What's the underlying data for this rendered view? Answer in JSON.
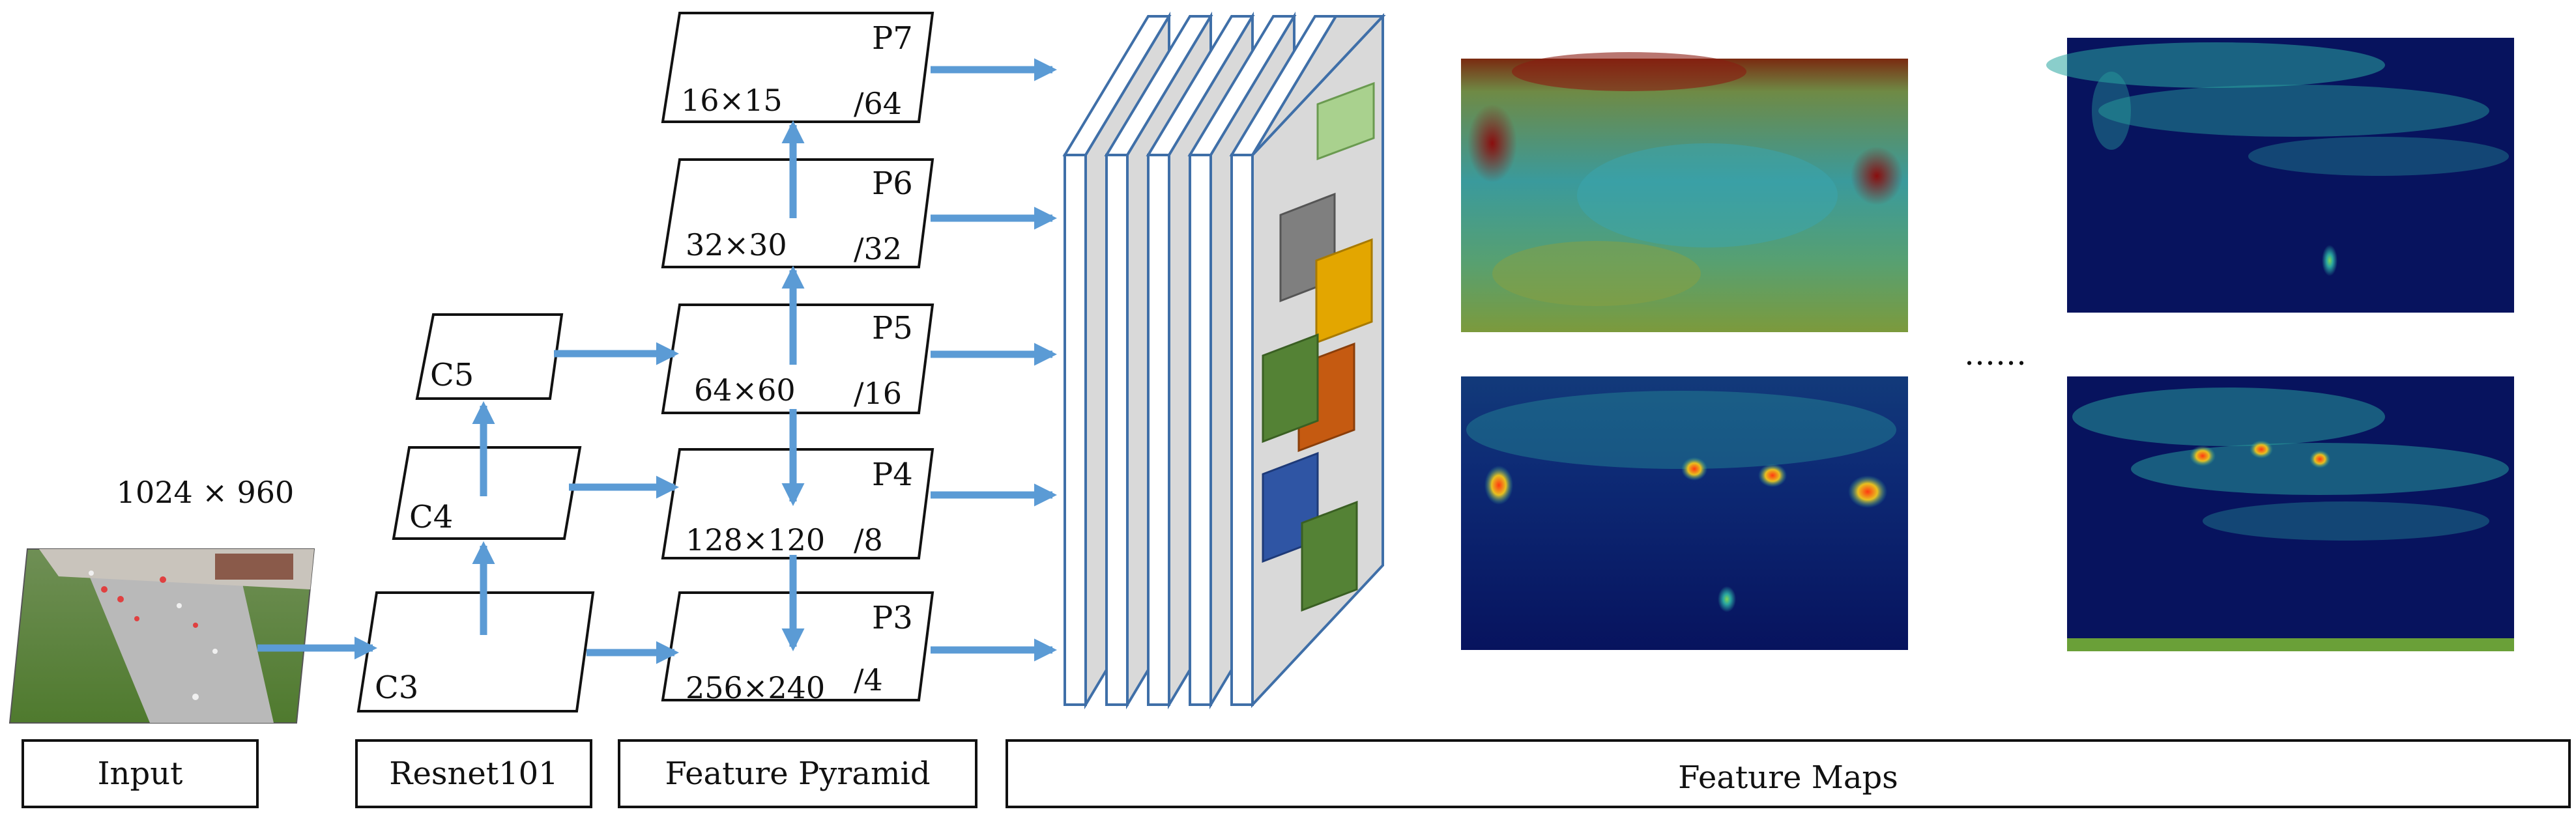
{
  "input": {
    "resolution": "1024 × 960",
    "caption": "Input"
  },
  "backbone": {
    "caption": "Resnet101",
    "levels": [
      "C3",
      "C4",
      "C5"
    ]
  },
  "pyramid": {
    "caption": "Feature Pyramid",
    "levels": [
      {
        "name": "P3",
        "size": "256×240",
        "stride": "/4"
      },
      {
        "name": "P4",
        "size": "128×120",
        "stride": "/8"
      },
      {
        "name": "P5",
        "size": "64×60",
        "stride": "/16"
      },
      {
        "name": "P6",
        "size": "32×30",
        "stride": "/32"
      },
      {
        "name": "P7",
        "size": "16×15",
        "stride": "/64"
      }
    ]
  },
  "feature_maps": {
    "caption": "Feature Maps",
    "ellipsis": "……"
  },
  "colors": {
    "arrow": "#5b9bd5",
    "stack_edge": "#3f6fa8",
    "stack_fill": "#d9d9d9",
    "patch_light_green": "#a9d18e",
    "patch_gray": "#7f7f7f",
    "patch_yellow": "#e3a600",
    "patch_green": "#548235",
    "patch_orange": "#c55a11",
    "patch_blue": "#2f55a4",
    "heatmap_dark": "#0a1a66",
    "heatmap_cyan": "#2aa6a0",
    "heatmap_red": "#a01010"
  }
}
